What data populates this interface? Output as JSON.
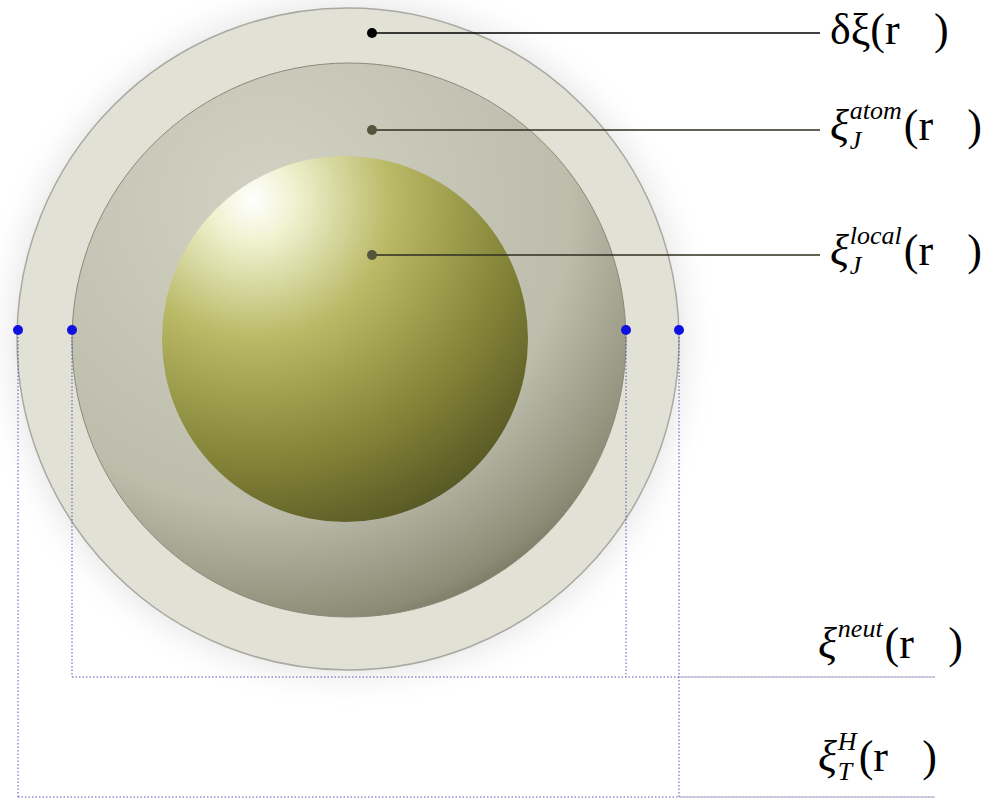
{
  "diagram": {
    "labels": [
      "δξ(r⃗)",
      "ξ",
      "atom",
      "J",
      "(r⃗)",
      "ξ",
      "local",
      "J",
      "(r⃗)",
      "ξ",
      "neut",
      "(r⃗)",
      "ξ",
      "H",
      "T",
      "(r⃗)"
    ]
  }
}
